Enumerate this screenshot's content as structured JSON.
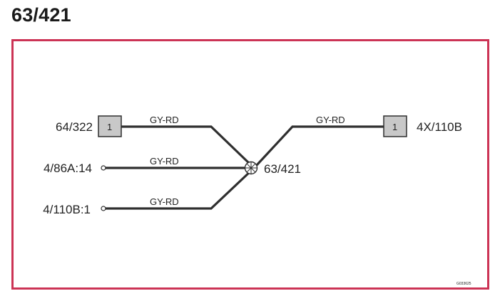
{
  "header": {
    "title": "63/421"
  },
  "diagram": {
    "splice": {
      "label": "63/421"
    },
    "connectors": [
      {
        "id": "left-conn",
        "name": "64/322",
        "pin": "1"
      },
      {
        "id": "right-conn",
        "name": "4X/110B",
        "pin": "1"
      }
    ],
    "terminals": [
      {
        "name": "4/86A:14"
      },
      {
        "name": "4/110B:1"
      }
    ],
    "wires": [
      {
        "color": "GY-RD"
      },
      {
        "color": "GY-RD"
      },
      {
        "color": "GY-RD"
      },
      {
        "color": "GY-RD"
      }
    ],
    "reference": "G033625"
  },
  "colors": {
    "frame": "#cc3355",
    "wire": "#2f2f2f",
    "connector_fill": "#c8c8c8"
  }
}
